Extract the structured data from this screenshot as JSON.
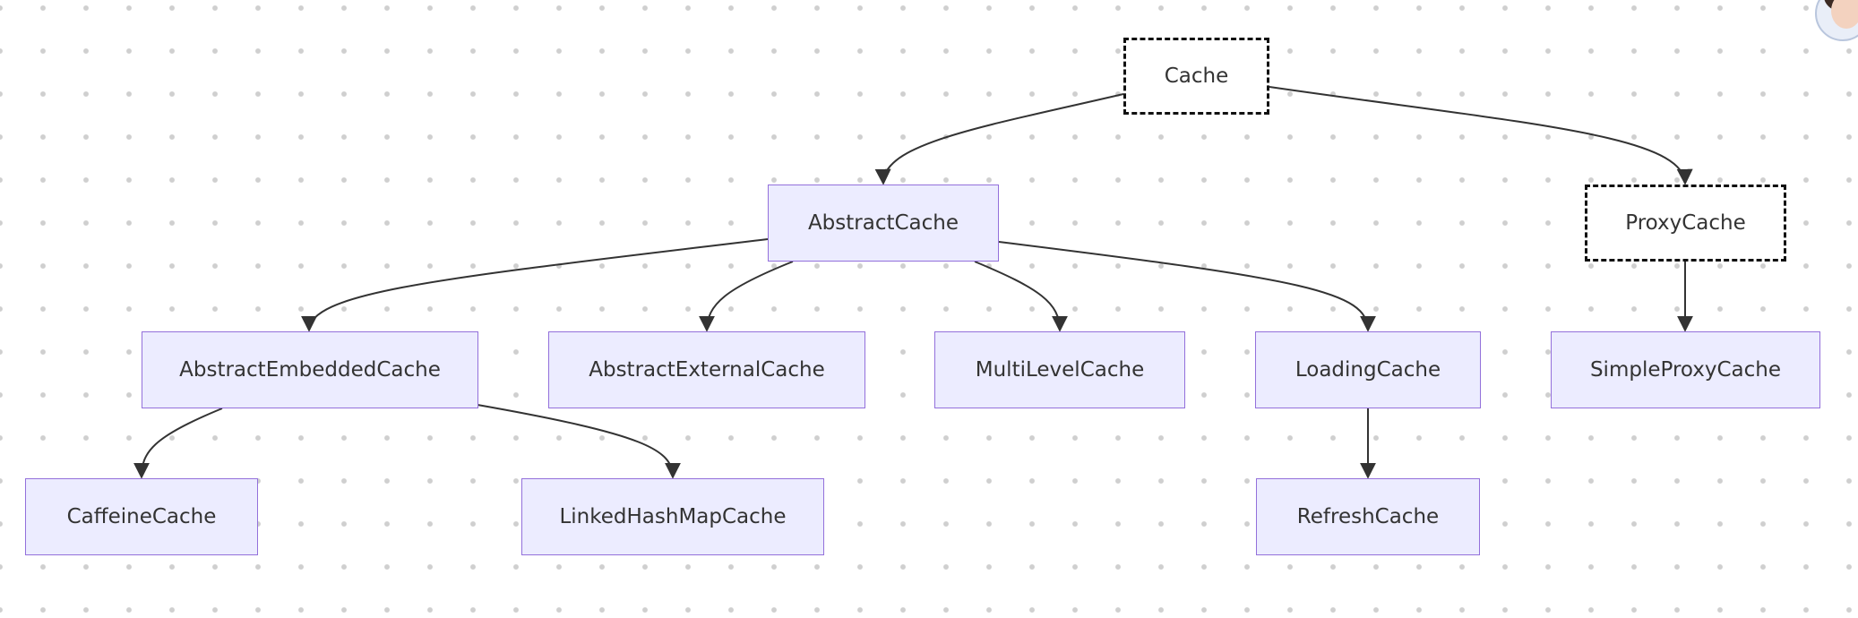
{
  "diagram": {
    "nodes": [
      {
        "id": "cache",
        "label": "Cache",
        "style": "interface"
      },
      {
        "id": "abstract-cache",
        "label": "AbstractCache",
        "style": "class"
      },
      {
        "id": "proxy-cache",
        "label": "ProxyCache",
        "style": "interface"
      },
      {
        "id": "abstract-embedded-cache",
        "label": "AbstractEmbeddedCache",
        "style": "class"
      },
      {
        "id": "abstract-external-cache",
        "label": "AbstractExternalCache",
        "style": "class"
      },
      {
        "id": "multi-level-cache",
        "label": "MultiLevelCache",
        "style": "class"
      },
      {
        "id": "loading-cache",
        "label": "LoadingCache",
        "style": "class"
      },
      {
        "id": "simple-proxy-cache",
        "label": "SimpleProxyCache",
        "style": "class"
      },
      {
        "id": "caffeine-cache",
        "label": "CaffeineCache",
        "style": "class"
      },
      {
        "id": "linked-hash-map-cache",
        "label": "LinkedHashMapCache",
        "style": "class"
      },
      {
        "id": "refresh-cache",
        "label": "RefreshCache",
        "style": "class"
      }
    ],
    "edges": [
      {
        "from": "cache",
        "to": "abstract-cache"
      },
      {
        "from": "cache",
        "to": "proxy-cache"
      },
      {
        "from": "abstract-cache",
        "to": "abstract-embedded-cache"
      },
      {
        "from": "abstract-cache",
        "to": "abstract-external-cache"
      },
      {
        "from": "abstract-cache",
        "to": "multi-level-cache"
      },
      {
        "from": "abstract-cache",
        "to": "loading-cache"
      },
      {
        "from": "proxy-cache",
        "to": "simple-proxy-cache"
      },
      {
        "from": "abstract-embedded-cache",
        "to": "caffeine-cache"
      },
      {
        "from": "abstract-embedded-cache",
        "to": "linked-hash-map-cache"
      },
      {
        "from": "loading-cache",
        "to": "refresh-cache"
      }
    ],
    "colors": {
      "node_fill": "#ececff",
      "node_border": "#9370db",
      "interface_border": "#111111",
      "edge": "#333333",
      "grid_dot": "#cfcfcf"
    }
  },
  "avatar": {
    "icon": "user-avatar"
  }
}
